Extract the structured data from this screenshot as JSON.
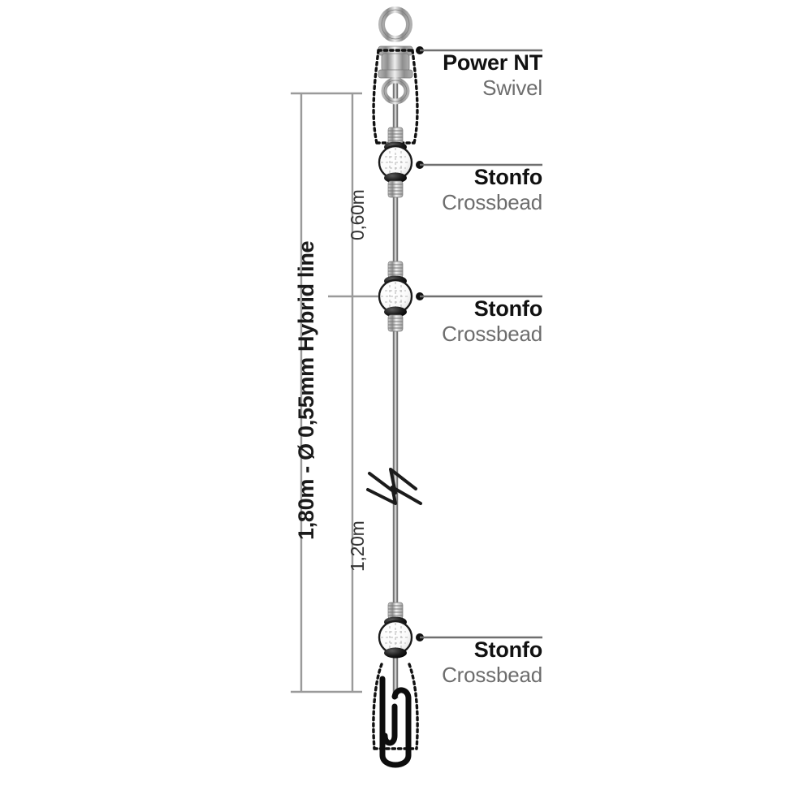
{
  "diagram": {
    "type": "fishing-rig-technical-drawing",
    "background_color": "#ffffff"
  },
  "dimensions": {
    "overall": "1,80m - Ø 0,55mm Hybrid line",
    "upper_segment": "0,60m",
    "lower_segment": "1,20m"
  },
  "callouts": [
    {
      "title": "Power NT",
      "subtitle": "Swivel"
    },
    {
      "title": "Stonfo",
      "subtitle": "Crossbead"
    },
    {
      "title": "Stonfo",
      "subtitle": "Crossbead"
    },
    {
      "title": "Stonfo",
      "subtitle": "Crossbead"
    }
  ],
  "components": {
    "swivel": "power-nt-swivel",
    "bead_1": "stonfo-crossbead",
    "bead_2": "stonfo-crossbead",
    "bead_3": "stonfo-crossbead",
    "clip": "snap-clip",
    "break_symbol": "line-break-zigzag"
  },
  "colors": {
    "title_text": "#111111",
    "subtitle_text": "#6d6d6d",
    "line": "#8a8a8a",
    "hardware": "#9a9a9a",
    "dimension_line": "#9a9a9a",
    "ink": "#111111"
  }
}
